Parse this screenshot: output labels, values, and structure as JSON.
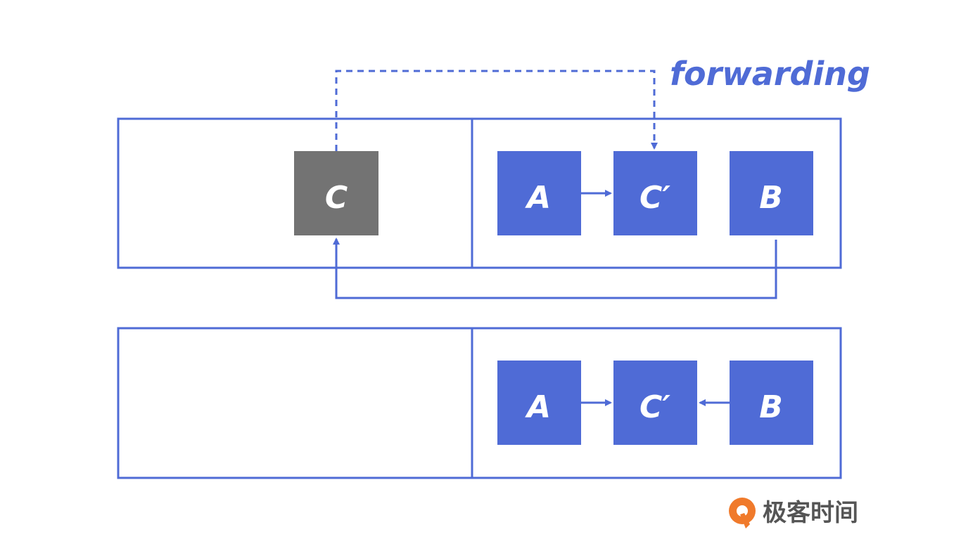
{
  "colors": {
    "line": "#4f6bd6",
    "node": "#4f6bd6",
    "node_old": "#737373",
    "logo_orange": "#f07a2b",
    "logo_text": "#555555"
  },
  "forwarding_label": "forwarding",
  "top_region": {
    "old_object": {
      "label": "C"
    },
    "nodes": [
      {
        "label": "A"
      },
      {
        "label": "C′"
      },
      {
        "label": "B"
      }
    ]
  },
  "bottom_region": {
    "nodes": [
      {
        "label": "A"
      },
      {
        "label": "C′"
      },
      {
        "label": "B"
      }
    ]
  },
  "logo": {
    "text": "极客时间",
    "icon": "geektime-logo-icon"
  }
}
